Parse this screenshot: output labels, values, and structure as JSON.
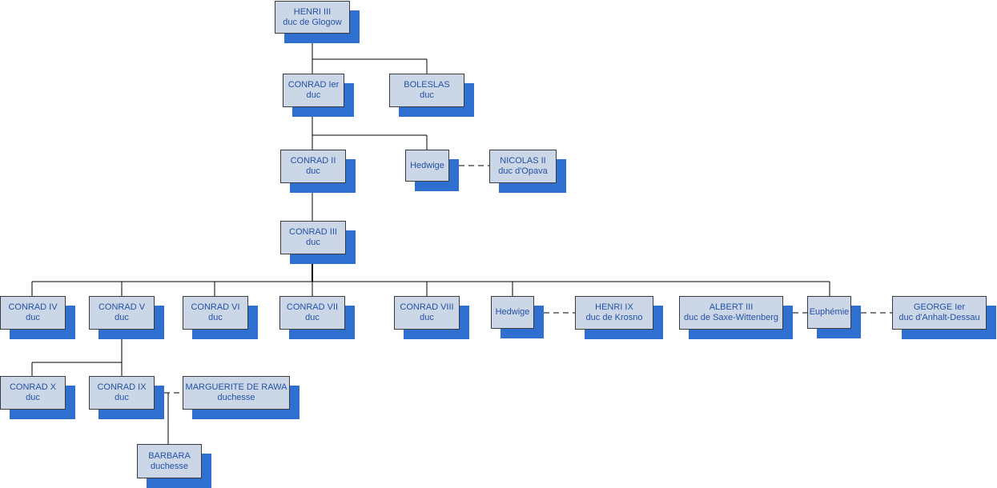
{
  "colors": {
    "box_fill": "#cbd7e6",
    "box_text": "#2451a6",
    "box_shadow": "#2f6fcf",
    "connector": "#000000"
  },
  "people": {
    "henri3": {
      "name": "HENRI III",
      "title": "duc de Glogow"
    },
    "conrad1": {
      "name": "CONRAD Ier",
      "title": "duc"
    },
    "boleslas": {
      "name": "BOLESLAS",
      "title": "duc"
    },
    "conrad2": {
      "name": "CONRAD II",
      "title": "duc"
    },
    "hedwige1": {
      "name": "Hedwige",
      "title": ""
    },
    "nicolas2": {
      "name": "NICOLAS II",
      "title": "duc d'Opava"
    },
    "conrad3": {
      "name": "CONRAD III",
      "title": "duc"
    },
    "conrad4": {
      "name": "CONRAD IV",
      "title": "duc"
    },
    "conrad5": {
      "name": "CONRAD V",
      "title": "duc"
    },
    "conrad6": {
      "name": "CONRAD VI",
      "title": "duc"
    },
    "conrad7": {
      "name": "CONRAD VII",
      "title": "duc"
    },
    "conrad8": {
      "name": "CONRAD VIII",
      "title": "duc"
    },
    "hedwige2": {
      "name": "Hedwige",
      "title": ""
    },
    "henri9": {
      "name": "HENRI IX",
      "title": "duc de Krosno"
    },
    "albert3": {
      "name": "ALBERT III",
      "title": "duc de Saxe-Wittenberg"
    },
    "euphemie": {
      "name": "Euphémie",
      "title": ""
    },
    "george1": {
      "name": "GEORGE Ier",
      "title": "duc d'Anhalt-Dessau"
    },
    "conrad10": {
      "name": "CONRAD X",
      "title": "duc"
    },
    "conrad9": {
      "name": "CONRAD IX",
      "title": "duc"
    },
    "marguerite": {
      "name": "MARGUERITE DE RAWA",
      "title": "duchesse"
    },
    "barbara": {
      "name": "BARBARA",
      "title": "duchesse"
    }
  }
}
